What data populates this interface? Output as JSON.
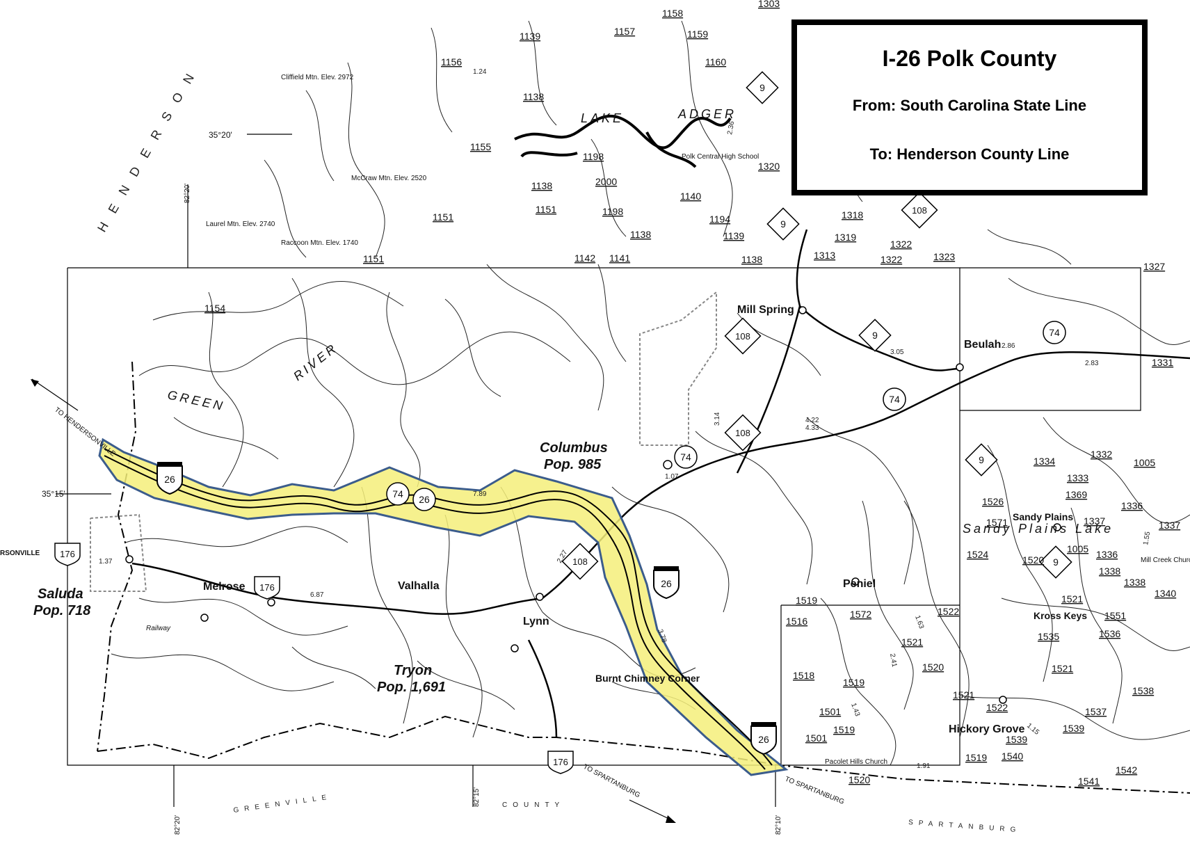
{
  "title_box": {
    "title": "I-26 Polk County",
    "from": "From:  South Carolina State Line",
    "to": "To:  Henderson County Line"
  },
  "colors": {
    "highlight_fill": "#f4ef7a",
    "highlight_stroke": "#3b5c8c",
    "roads": "#111111",
    "background": "#ffffff"
  },
  "towns": {
    "saluda": "Saluda",
    "saluda_pop": "Pop. 718",
    "tryon": "Tryon",
    "tryon_pop": "Pop. 1,691",
    "columbus": "Columbus",
    "columbus_pop": "Pop. 985",
    "melrose": "Melrose",
    "valhalla": "Valhalla",
    "lynn": "Lynn",
    "mill_spring": "Mill Spring",
    "beulah": "Beulah",
    "peniel": "Peniel",
    "sandy_plains": "Sandy Plains",
    "kross_keys": "Kross Keys",
    "hickory_grove": "Hickory Grove",
    "burnt_chimney": "Burnt Chimney Corner",
    "pacolet": "Pacolet Hills Church",
    "mill_creek": "Mill Creek Church",
    "polk_central": "Polk Central High School"
  },
  "water": {
    "lake": "LAKE",
    "adger": "ADGER",
    "green": "GREEN",
    "river": "RIVER",
    "sandy_plains_lake": "Sandy Plains Lake",
    "railway": "Railway"
  },
  "mountains": {
    "cliffield": "Cliffield Mtn. Elev. 2972",
    "mccraw": "McCraw Mtn. Elev. 2520",
    "laurel": "Laurel Mtn. Elev. 2740",
    "raccoon": "Raccoon Mtn. Elev. 1740"
  },
  "counties": {
    "henderson": "HENDERSON",
    "greenville": "GREENVILLE",
    "county": "COUNTY",
    "spartanburg": "SPARTANBURG"
  },
  "directions": {
    "to_hendersonville": "TO HENDERSONVILLE",
    "to_spartanburg_176": "TO SPARTANBURG",
    "to_spartanburg": "TO SPARTANBURG",
    "rsonville": "RSONVILLE"
  },
  "coordinates": {
    "lat_3520": "35°20'",
    "lat_3515": "35°15'",
    "lon_8220_top": "82°20'",
    "lon_8220_bottom": "82°20'",
    "lon_8215": "82°15'",
    "lon_8210": "82°10'"
  },
  "shields": {
    "i26": "26",
    "us74": "74",
    "us176": "176",
    "nc9": "9",
    "nc108": "108"
  },
  "state_roads": [
    "1139",
    "1157",
    "1158",
    "1159",
    "1160",
    "1156",
    "1138",
    "1155",
    "1198",
    "2000",
    "1151",
    "1140",
    "1194",
    "1320",
    "1318",
    "1319",
    "1313",
    "1322",
    "1323",
    "1327",
    "1142",
    "1141",
    "1154",
    "1331",
    "1334",
    "1332",
    "1005",
    "1333",
    "1369",
    "1526",
    "1571",
    "1336",
    "1337",
    "1520",
    "1524",
    "1338",
    "1340",
    "1521",
    "1551",
    "1535",
    "1536",
    "1538",
    "1537",
    "1539",
    "1540",
    "1541",
    "1542",
    "1522",
    "1519",
    "1516",
    "1572",
    "1518",
    "1501",
    "1520",
    "1303"
  ],
  "mileages": [
    "7.89",
    "6.87",
    "3.05",
    "2.86",
    "2.83",
    "4.22",
    "4.33",
    "3.14",
    "1.07",
    "1.37",
    "3.78",
    "2.27",
    "1.24",
    "2.36",
    "1.91",
    "1.15",
    "1.63",
    "1.43",
    "2.41",
    "1.55"
  ]
}
